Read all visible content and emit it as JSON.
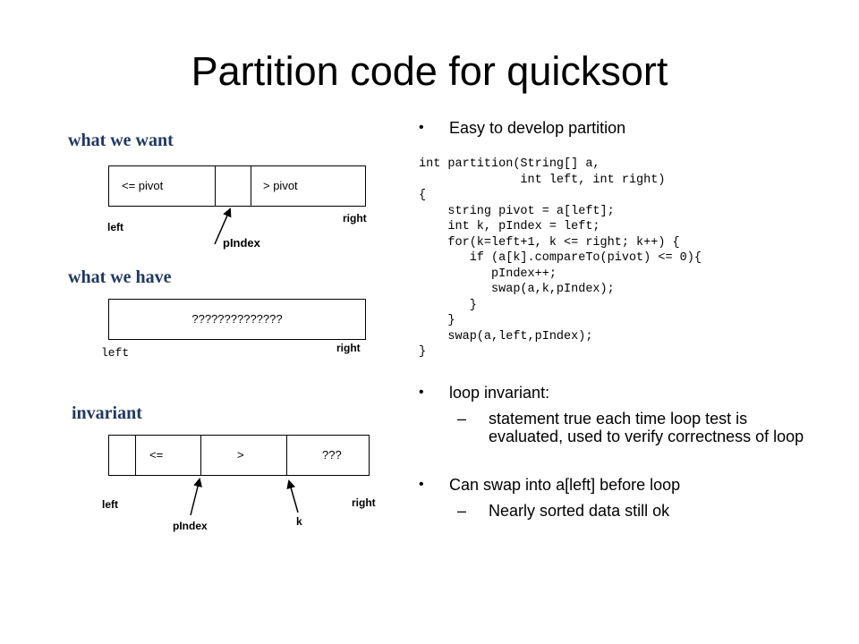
{
  "slide": {
    "title": "Partition code for quicksort"
  },
  "diagrams": {
    "want": {
      "heading": "what we want",
      "cell_left": "<= pivot",
      "cell_right": "> pivot",
      "left_label": "left",
      "right_label": "right",
      "pointer_label": "pIndex"
    },
    "have": {
      "heading": "what we have",
      "cell_text": "??????????????",
      "left_label": "left",
      "right_label": "right"
    },
    "invariant": {
      "heading": "invariant",
      "cell_le": "<=",
      "cell_gt": ">",
      "cell_unknown": "???",
      "left_label": "left",
      "right_label": "right",
      "pointer_pindex": "pIndex",
      "pointer_k": "k"
    }
  },
  "content": {
    "bullet1": "Easy to develop partition",
    "code": "int partition(String[] a,\n              int left, int right)\n{\n    string pivot = a[left];\n    int k, pIndex = left;\n    for(k=left+1, k <= right; k++) {\n       if (a[k].compareTo(pivot) <= 0){\n          pIndex++;\n          swap(a,k,pIndex);\n       }\n    }\n    swap(a,left,pIndex);\n}",
    "bullet2": "loop invariant:",
    "sub2": "statement true each time loop test is evaluated, used to verify correctness of loop",
    "bullet3": "Can swap into a[left] before loop",
    "sub3": "Nearly sorted data still ok"
  }
}
